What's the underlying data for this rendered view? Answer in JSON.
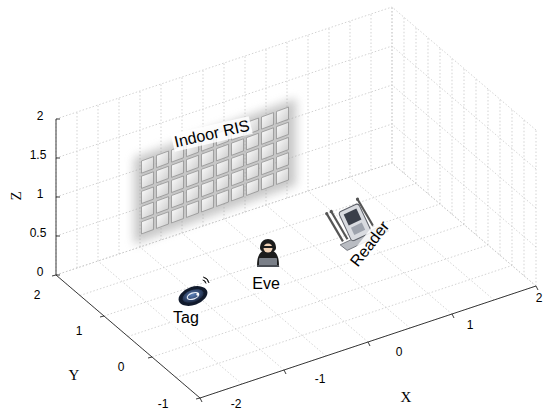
{
  "diagram": {
    "labels": [
      "Indoor RIS",
      "Eve",
      "Reader",
      "Tag",
      "Z",
      "2",
      "1.5",
      "1",
      "0.5",
      "0",
      "Y",
      "2",
      "1",
      "0",
      "-1",
      "X",
      "-2",
      "-1",
      "0",
      "1",
      "2"
    ]
  }
}
